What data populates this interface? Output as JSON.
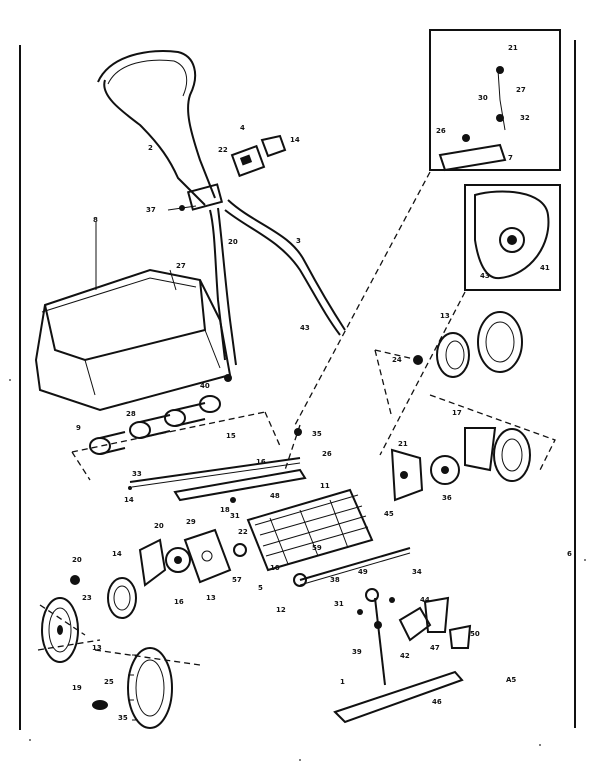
{
  "diagram": {
    "page_code": "A5",
    "callouts": [
      {
        "id": "c-2",
        "text": "2"
      },
      {
        "id": "c-4",
        "text": "4"
      },
      {
        "id": "c-22a",
        "text": "22"
      },
      {
        "id": "c-14a",
        "text": "14"
      },
      {
        "id": "c-37",
        "text": "37"
      },
      {
        "id": "c-20a",
        "text": "20"
      },
      {
        "id": "c-3",
        "text": "3"
      },
      {
        "id": "c-27a",
        "text": "27"
      },
      {
        "id": "c-43a",
        "text": "43"
      },
      {
        "id": "c-8",
        "text": "8"
      },
      {
        "id": "c-40",
        "text": "40"
      },
      {
        "id": "c-21a",
        "text": "21"
      },
      {
        "id": "c-27b",
        "text": "27"
      },
      {
        "id": "c-30",
        "text": "30"
      },
      {
        "id": "c-32",
        "text": "32"
      },
      {
        "id": "c-26a",
        "text": "26"
      },
      {
        "id": "c-7",
        "text": "7"
      },
      {
        "id": "c-43b",
        "text": "43"
      },
      {
        "id": "c-41",
        "text": "41"
      },
      {
        "id": "c-13a",
        "text": "13"
      },
      {
        "id": "c-24",
        "text": "24"
      },
      {
        "id": "c-17",
        "text": "17"
      },
      {
        "id": "c-21b",
        "text": "21"
      },
      {
        "id": "c-35a",
        "text": "35"
      },
      {
        "id": "c-28",
        "text": "28"
      },
      {
        "id": "c-9",
        "text": "9"
      },
      {
        "id": "c-26b",
        "text": "26"
      },
      {
        "id": "c-15",
        "text": "15"
      },
      {
        "id": "c-33",
        "text": "33"
      },
      {
        "id": "c-16",
        "text": "16"
      },
      {
        "id": "c-14b",
        "text": "14"
      },
      {
        "id": "c-11",
        "text": "11"
      },
      {
        "id": "c-48",
        "text": "48"
      },
      {
        "id": "c-45",
        "text": "45"
      },
      {
        "id": "c-36",
        "text": "36"
      },
      {
        "id": "c-31a",
        "text": "31"
      },
      {
        "id": "c-20b",
        "text": "20"
      },
      {
        "id": "c-29",
        "text": "29"
      },
      {
        "id": "c-18",
        "text": "18"
      },
      {
        "id": "c-22b",
        "text": "22"
      },
      {
        "id": "c-14c",
        "text": "14"
      },
      {
        "id": "c-20c",
        "text": "20"
      },
      {
        "id": "c-57",
        "text": "57"
      },
      {
        "id": "c-16b",
        "text": "16"
      },
      {
        "id": "c-13b",
        "text": "13"
      },
      {
        "id": "c-10",
        "text": "10"
      },
      {
        "id": "c-5",
        "text": "5"
      },
      {
        "id": "c-59",
        "text": "59"
      },
      {
        "id": "c-34",
        "text": "34"
      },
      {
        "id": "c-38",
        "text": "38"
      },
      {
        "id": "c-49",
        "text": "49"
      },
      {
        "id": "c-12",
        "text": "12"
      },
      {
        "id": "c-1",
        "text": "1"
      },
      {
        "id": "c-39",
        "text": "39"
      },
      {
        "id": "c-44",
        "text": "44"
      },
      {
        "id": "c-42",
        "text": "42"
      },
      {
        "id": "c-46",
        "text": "46"
      },
      {
        "id": "c-19",
        "text": "19"
      },
      {
        "id": "c-31b",
        "text": "31"
      },
      {
        "id": "c-50",
        "text": "50"
      },
      {
        "id": "c-6",
        "text": "6"
      },
      {
        "id": "c-47",
        "text": "47"
      },
      {
        "id": "c-23",
        "text": "23"
      },
      {
        "id": "c-25",
        "text": "25"
      },
      {
        "id": "c-13c",
        "text": "13"
      },
      {
        "id": "c-35b",
        "text": "35"
      }
    ]
  }
}
